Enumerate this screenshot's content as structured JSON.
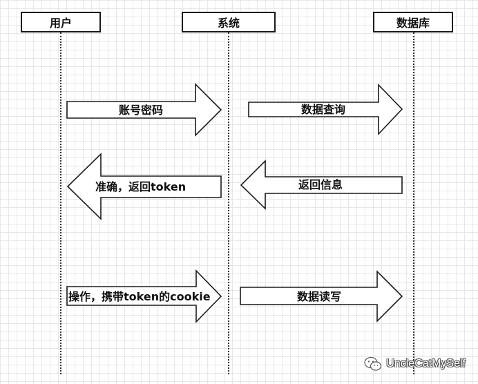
{
  "actors": {
    "user": "用户",
    "system": "系统",
    "database": "数据库"
  },
  "messages": [
    {
      "label": "账号密码",
      "from": "用户",
      "to": "系统",
      "direction": "right"
    },
    {
      "label": "数据查询",
      "from": "系统",
      "to": "数据库",
      "direction": "right"
    },
    {
      "label": "准确，返回token",
      "from": "系统",
      "to": "用户",
      "direction": "left"
    },
    {
      "label": "返回信息",
      "from": "数据库",
      "to": "系统",
      "direction": "left"
    },
    {
      "label": "操作，携带token的cookie",
      "from": "用户",
      "to": "系统",
      "direction": "right"
    },
    {
      "label": "数据读写",
      "from": "系统",
      "to": "数据库",
      "direction": "right"
    }
  ],
  "watermark": {
    "text": "UncleCatMySelf",
    "icon": "wechat-icon"
  },
  "colors": {
    "stroke": "#1a1a1a",
    "grid": "#e7e7e7",
    "fill": "#ffffff"
  }
}
